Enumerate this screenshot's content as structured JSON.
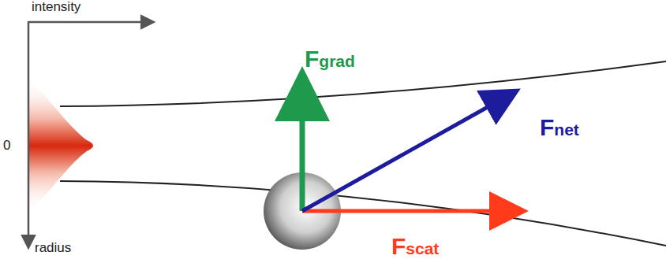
{
  "diagram": {
    "labels": [
      "intensity",
      "0",
      "radius",
      "Fgrad",
      "Fnet",
      "Fscat"
    ]
  }
}
